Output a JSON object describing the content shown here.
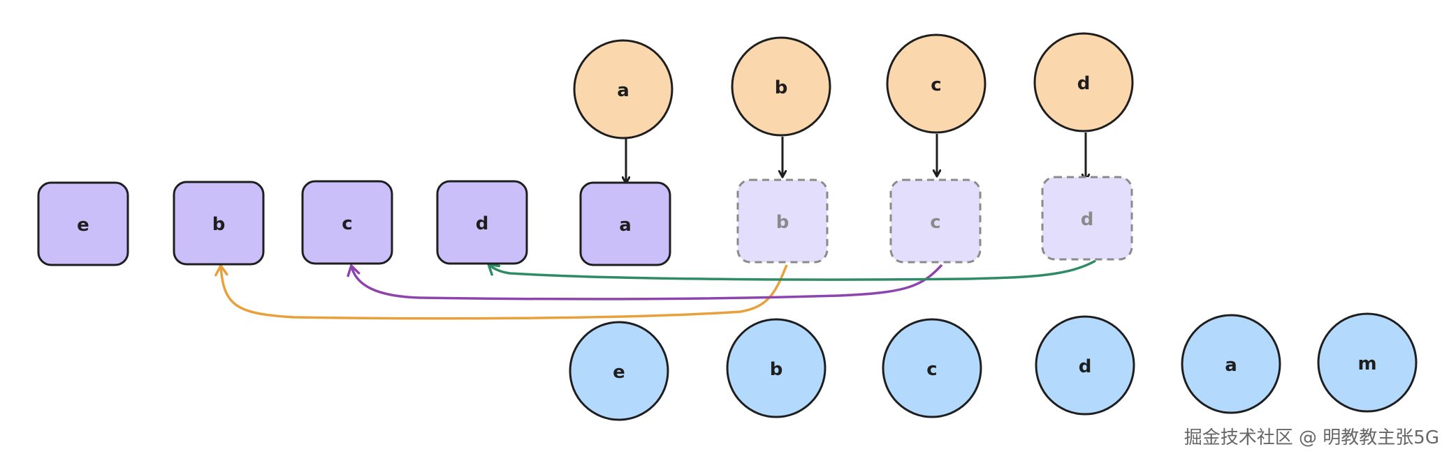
{
  "diagram": {
    "top_circles": [
      {
        "label": "a",
        "fill": "#fad7ac"
      },
      {
        "label": "b",
        "fill": "#fad7ac"
      },
      {
        "label": "c",
        "fill": "#fad7ac"
      },
      {
        "label": "d",
        "fill": "#fad7ac"
      }
    ],
    "squares": [
      {
        "label": "e",
        "style": "solid"
      },
      {
        "label": "b",
        "style": "solid"
      },
      {
        "label": "c",
        "style": "solid"
      },
      {
        "label": "d",
        "style": "solid"
      },
      {
        "label": "a",
        "style": "solid"
      },
      {
        "label": "b",
        "style": "ghost"
      },
      {
        "label": "c",
        "style": "ghost"
      },
      {
        "label": "d",
        "style": "ghost"
      }
    ],
    "bottom_circles": [
      {
        "label": "e",
        "fill": "#b3d9fc"
      },
      {
        "label": "b",
        "fill": "#b3d9fc"
      },
      {
        "label": "c",
        "fill": "#b3d9fc"
      },
      {
        "label": "d",
        "fill": "#b3d9fc"
      },
      {
        "label": "a",
        "fill": "#b3d9fc"
      },
      {
        "label": "m",
        "fill": "#b3d9fc"
      }
    ],
    "colors": {
      "square_fill": "#cbbffa",
      "ghost_fill": "#e4defd",
      "ghost_stroke": "#8a8a8a",
      "stroke": "#1e1e1e",
      "arrow_orange": "#e8a03a",
      "arrow_purple": "#8e44ad",
      "arrow_green": "#2e8b65"
    }
  },
  "watermark": "掘金技术社区 @ 明教教主张5G"
}
